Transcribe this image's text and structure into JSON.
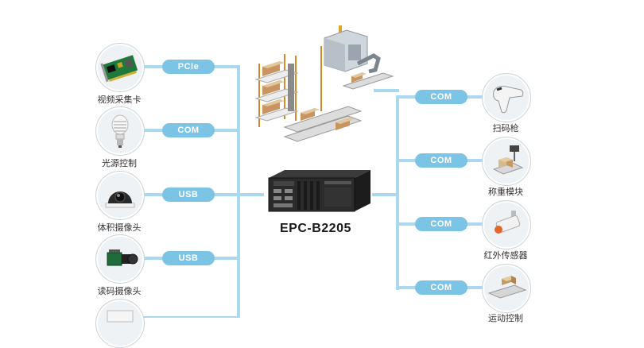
{
  "diagram": {
    "product_name": "EPC-B2205",
    "left_devices": [
      {
        "label": "视频采集卡",
        "interface": "PCIe",
        "icon": "capture-card-icon"
      },
      {
        "label": "光源控制",
        "interface": "COM",
        "icon": "light-bulb-icon"
      },
      {
        "label": "体积摄像头",
        "interface": "USB",
        "icon": "dome-camera-icon"
      },
      {
        "label": "读码摄像头",
        "interface": "USB",
        "icon": "industrial-camera-icon"
      }
    ],
    "right_devices": [
      {
        "label": "扫码枪",
        "interface": "COM",
        "icon": "barcode-scanner-icon"
      },
      {
        "label": "称重模块",
        "interface": "COM",
        "icon": "weighing-scale-icon"
      },
      {
        "label": "红外传感器",
        "interface": "COM",
        "icon": "infrared-sensor-icon"
      },
      {
        "label": "运动控制",
        "interface": "COM",
        "icon": "conveyor-icon"
      }
    ],
    "colors": {
      "connector": "#a9d8ef",
      "pill": "#7cc4e6",
      "device_bg": "#eef2f5"
    }
  }
}
